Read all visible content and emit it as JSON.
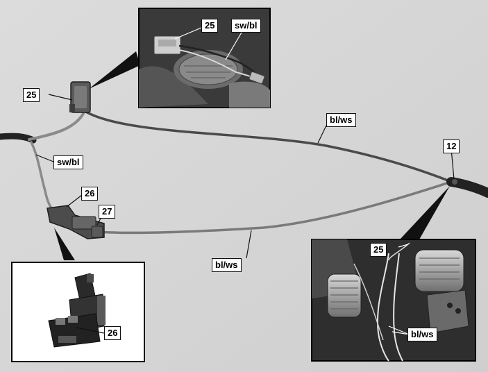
{
  "labels": {
    "inset_top_connector": "25",
    "inset_top_wire": "sw/bl",
    "connector_25": "25",
    "wire_bl_ws_upper": "bl/ws",
    "wire_sw_bl": "sw/bl",
    "connector_26": "26",
    "connector_27": "27",
    "junction_12": "12",
    "wire_bl_ws_lower": "bl/ws",
    "inset_right_connector": "25",
    "inset_right_wire": "bl/ws",
    "inset_left_connector": "26"
  }
}
